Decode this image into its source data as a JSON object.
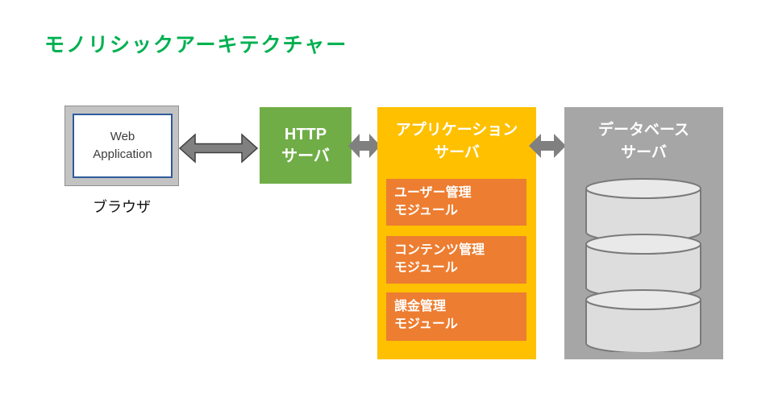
{
  "title": {
    "text": "モノリシックアーキテクチャー"
  },
  "colors": {
    "title_green": "#00B050",
    "http_server_green": "#70AD47",
    "app_server_yellow": "#FFC000",
    "module_orange": "#ED7D31",
    "db_server_gray": "#A6A6A6",
    "browser_frame_gray": "#C3C3C3",
    "browser_screen_border_blue": "#2E5B9B",
    "arrow_gray": "#808080",
    "arrow_outline_dark": "#3F3F3F",
    "db_cylinder_fill": "#DDDDDD",
    "db_cylinder_top_fill": "#E9E9E9",
    "db_cylinder_stroke": "#7A7A7A"
  },
  "browser": {
    "app_label": "Web\nApplication",
    "caption": "ブラウザ"
  },
  "http_server": {
    "label": "HTTP\nサーバ"
  },
  "app_server": {
    "label": "アプリケーション\nサーバ",
    "modules": [
      {
        "label": "ユーザー管理\nモジュール"
      },
      {
        "label": "コンテンツ管理\nモジュール"
      },
      {
        "label": "課金管理\nモジュール"
      }
    ]
  },
  "db_server": {
    "label": "データベース\nサーバ"
  }
}
